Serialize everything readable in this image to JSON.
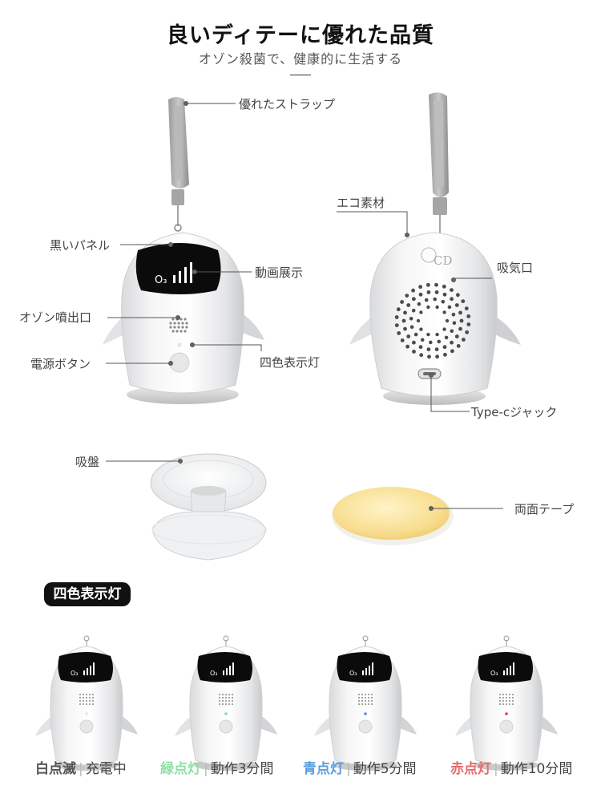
{
  "header": {
    "title": "良いディテーに優れた品質",
    "subtitle": "オゾン殺菌で、健康的に生活する"
  },
  "front_callouts": {
    "strap": "優れたストラップ",
    "black_panel": "黒いパネル",
    "animation": "動画展示",
    "ozone_outlet": "オゾン噴出口",
    "power_button": "電源ボタン",
    "four_color_light": "四色表示灯"
  },
  "back_callouts": {
    "eco_material": "エコ素材",
    "air_intake": "吸気口",
    "type_c": "Type-cジャック"
  },
  "screen_text": "O₃",
  "logo_text": "CD",
  "accessories": {
    "suction_cup": "吸盤",
    "double_tape": "両面テープ"
  },
  "indicator_section": {
    "badge": "四色表示灯",
    "modes": [
      {
        "key": "白点滅",
        "desc": "充電中",
        "color": "#555555",
        "led": "#e6e6e6"
      },
      {
        "key": "緑点灯",
        "desc": "動作3分間",
        "color": "#8fe0a4",
        "led": "#7ce0a0"
      },
      {
        "key": "青点灯",
        "desc": "動作5分間",
        "color": "#5a9fe0",
        "led": "#4a8fe8"
      },
      {
        "key": "赤点灯",
        "desc": "動作10分間",
        "color": "#e86a6a",
        "led": "#e04040"
      }
    ]
  }
}
